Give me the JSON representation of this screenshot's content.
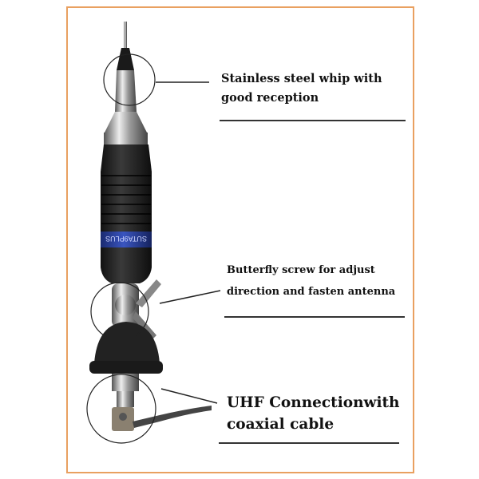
{
  "callouts": [
    {
      "lines": [
        "Stainless steel whip with",
        "good reception"
      ]
    },
    {
      "lines": [
        "Butterfly screw for adjust",
        "direction and fasten antenna"
      ]
    },
    {
      "lines": [
        "UHF Connectionwith",
        "coaxial cable"
      ]
    }
  ],
  "product_band_text": "SUTA9PLUS",
  "colors": {
    "frame": "#e9a060",
    "grip": "#1c1c1c",
    "band": "#2a3f9a",
    "steel": "#b8b8b8"
  }
}
